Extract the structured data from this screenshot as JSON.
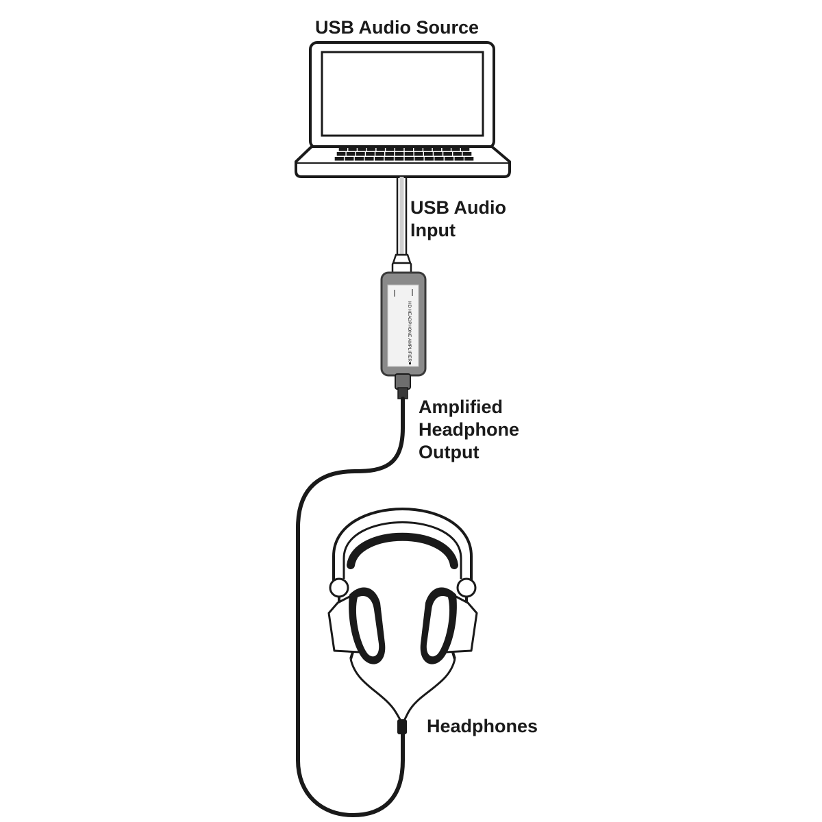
{
  "diagram": {
    "source_label": "USB Audio Source",
    "input_label": [
      "USB Audio",
      "Input"
    ],
    "output_label": [
      "Amplified",
      "Headphone",
      "Output"
    ],
    "headphones_label": "Headphones",
    "amplifier_text": "HD HEADPHONE AMPLIFIER"
  },
  "colors": {
    "ink": "#1a1a1a",
    "amplifier_body": "#8a8a8a",
    "amplifier_label": "#f2f2f2",
    "cable": "#1a1a1a"
  },
  "icons": [
    "laptop-icon",
    "usb-plug-icon",
    "amplifier-icon",
    "headphones-icon"
  ]
}
